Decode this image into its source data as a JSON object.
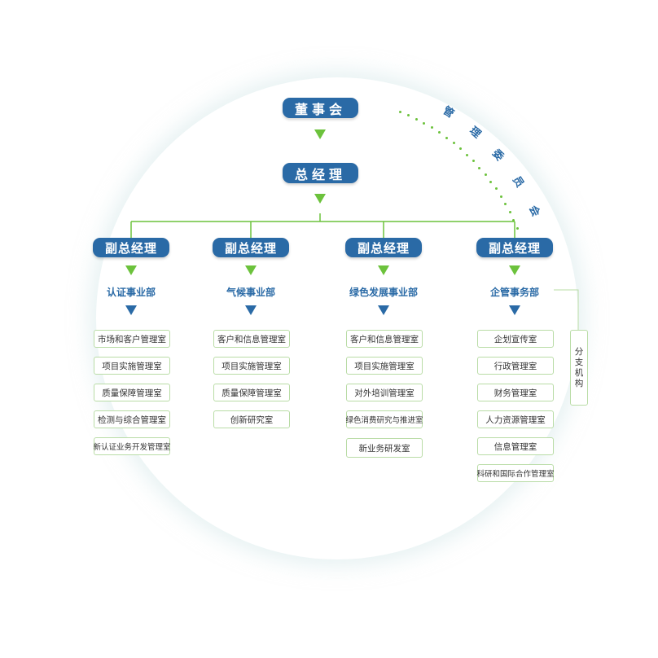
{
  "board": "董事会",
  "gm": "总经理",
  "committee": [
    "管",
    "理",
    "委",
    "员",
    "会"
  ],
  "colors": {
    "primary": "#2a6aa6",
    "accent": "#6cc23c",
    "border": "#b9dca6"
  },
  "divisions": [
    {
      "vp": "副总经理",
      "name": "认证事业部",
      "offices": [
        "市场和客户管理室",
        "项目实施管理室",
        "质量保障管理室",
        "检测与综合管理室",
        "新认证业务开发管理室"
      ]
    },
    {
      "vp": "副总经理",
      "name": "气候事业部",
      "offices": [
        "客户和信息管理室",
        "项目实施管理室",
        "质量保障管理室",
        "创新研究室"
      ]
    },
    {
      "vp": "副总经理",
      "name": "绿色发展事业部",
      "offices": [
        "客户和信息管理室",
        "项目实施管理室",
        "对外培训管理室",
        "绿色消费研究与推进室",
        "新业务研发室"
      ]
    },
    {
      "vp": "副总经理",
      "name": "企管事务部",
      "offices": [
        "企划宣传室",
        "行政管理室",
        "财务管理室",
        "人力资源管理室",
        "信息管理室",
        "科研和国际合作管理室"
      ]
    }
  ],
  "branch": [
    "分",
    "支",
    "机",
    "构"
  ]
}
